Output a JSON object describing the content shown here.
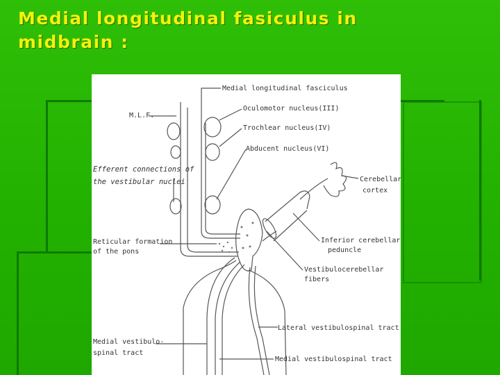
{
  "slide": {
    "title_line1": "Medial longitudinal fasiculus in",
    "title_line2": "midbrain :"
  },
  "diagram": {
    "labels": {
      "mlf_top": "Medial longitudinal fasciculus",
      "mlf_short": "M.L.F.",
      "oculomotor": "Oculomotor nucleus(III)",
      "trochlear": "Trochlear nucleus(IV)",
      "abducent": "Abducent nucleus(VI)",
      "efferent_1": "Efferent connections of",
      "efferent_2": "the vestibular nuclei",
      "cerebellar_1": "Cerebellar",
      "cerebellar_2": "cortex",
      "reticular_1": "Reticular formation",
      "reticular_2": "of the pons",
      "inf_peduncle_1": "Inferior cerebellar",
      "inf_peduncle_2": "peduncle",
      "vestibulocereb_1": "Vestibulocerebellar",
      "vestibulocereb_2": "fibers",
      "lateral_tract": "Lateral vestibulospinal tract",
      "medial_tract_1": "Medial vestibulo-",
      "medial_tract_2": "spinal tract",
      "medial_tract_bottom": "Medial vestibulospinal tract"
    }
  }
}
